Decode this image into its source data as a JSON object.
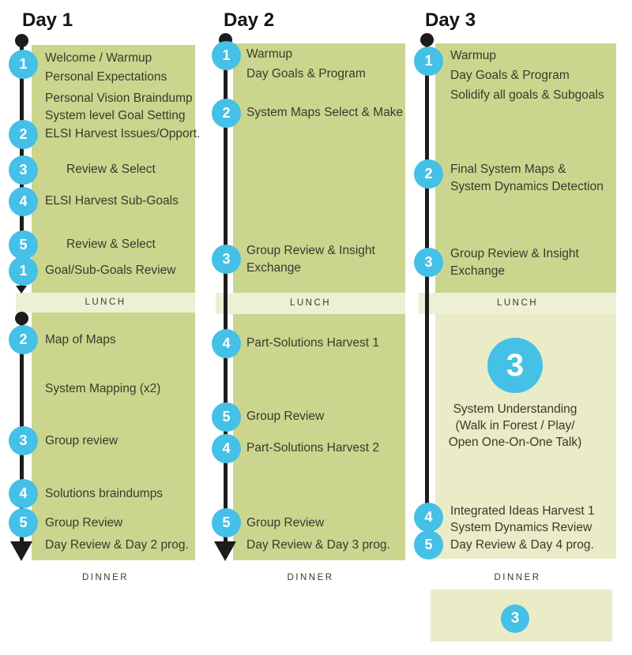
{
  "labels": {
    "lunch": "LUNCH",
    "dinner": "DINNER"
  },
  "colors": {
    "panel_green": "#ccd58e",
    "panel_pale": "#eef0d5",
    "panel_pale_dark": "#e9ecc7",
    "node_blue": "#45c0e6",
    "timeline_black": "#1d1b1b",
    "text": "#3a392c",
    "heading": "#161412"
  },
  "days": [
    {
      "title": "Day 1",
      "morning": [
        {
          "num": "1",
          "lines": [
            "Welcome / Warmup",
            "Personal Expectations"
          ]
        },
        {
          "lines": [
            "Personal Vision Braindump",
            "System level Goal Setting"
          ]
        },
        {
          "num": "2",
          "lines": [
            "ELSI Harvest Issues/Opport."
          ]
        },
        {
          "num": "3",
          "lines": [
            "Review & Select"
          ]
        },
        {
          "num": "4",
          "lines": [
            "ELSI Harvest Sub-Goals"
          ]
        },
        {
          "num": "5",
          "lines": [
            "Review & Select"
          ]
        },
        {
          "num": "1",
          "lines": [
            "Goal/Sub-Goals Review"
          ]
        }
      ],
      "afternoon": [
        {
          "num": "2",
          "lines": [
            "Map of Maps"
          ]
        },
        {
          "lines": [
            "System Mapping (x2)"
          ]
        },
        {
          "num": "3",
          "lines": [
            "Group review"
          ]
        },
        {
          "num": "4",
          "lines": [
            "Solutions braindumps"
          ]
        },
        {
          "num": "5",
          "lines": [
            "Group Review"
          ]
        },
        {
          "lines": [
            "Day Review & Day 2 prog."
          ]
        }
      ]
    },
    {
      "title": "Day 2",
      "morning": [
        {
          "num": "1",
          "lines": [
            "Warmup",
            "Day Goals & Program"
          ]
        },
        {
          "num": "2",
          "lines": [
            "System Maps Select & Make"
          ]
        },
        {
          "num": "3",
          "lines": [
            "Group Review & Insight",
            "Exchange"
          ]
        }
      ],
      "afternoon": [
        {
          "num": "4",
          "lines": [
            "Part-Solutions Harvest 1"
          ]
        },
        {
          "num": "5",
          "lines": [
            "Group Review"
          ]
        },
        {
          "num": "4",
          "lines": [
            "Part-Solutions Harvest 2"
          ]
        },
        {
          "num": "5",
          "lines": [
            "Group Review"
          ]
        },
        {
          "lines": [
            "Day Review & Day 3 prog."
          ]
        }
      ]
    },
    {
      "title": "Day 3",
      "morning": [
        {
          "num": "1",
          "lines": [
            "Warmup",
            "Day Goals & Program",
            "Solidify all goals & Subgoals"
          ]
        },
        {
          "num": "2",
          "lines": [
            "Final System Maps &",
            "System Dynamics Detection"
          ]
        },
        {
          "num": "3",
          "lines": [
            "Group Review & Insight",
            "Exchange"
          ]
        }
      ],
      "afternoon": [
        {
          "num": "3",
          "lines": [
            "System Understanding",
            "(Walk in Forest / Play/",
            "Open One-On-One Talk)"
          ]
        },
        {
          "num": "4",
          "lines": [
            "Integrated Ideas Harvest 1",
            "System Dynamics Review"
          ]
        },
        {
          "num": "5",
          "lines": [
            "Day Review & Day 4 prog."
          ]
        }
      ],
      "evening": {
        "num": "3"
      }
    }
  ]
}
